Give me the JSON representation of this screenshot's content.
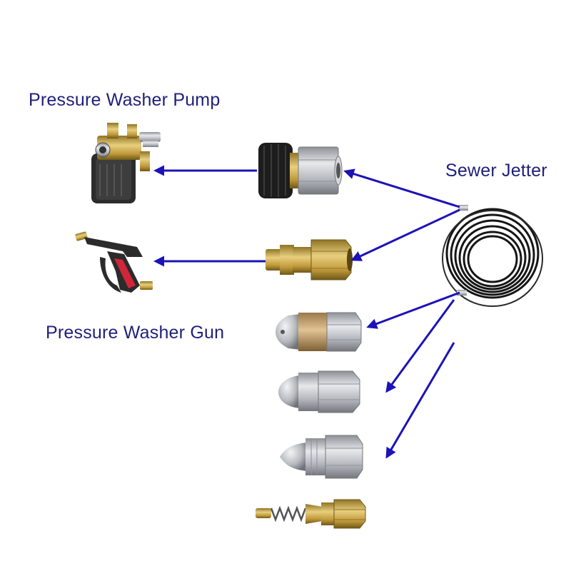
{
  "labels": {
    "pump": "Pressure Washer Pump",
    "gun": "Pressure Washer Gun",
    "jetter": "Sewer Jetter"
  },
  "colors": {
    "arrow": "#1d12b8",
    "label": "#1f1f7a",
    "hose": "#161616",
    "steel": "#b9bcc2",
    "brass": "#c9a548",
    "pump_body": "#2c2c2c",
    "gun_grip": "#d1263a"
  },
  "components": [
    {
      "name": "pressure-washer-pump",
      "icon": "pump-icon"
    },
    {
      "name": "m22-fitting",
      "icon": "fitting-icon"
    },
    {
      "name": "quick-connect-plug",
      "icon": "plug-icon"
    },
    {
      "name": "pressure-washer-gun",
      "icon": "gun-icon"
    },
    {
      "name": "sewer-jetter-hose",
      "icon": "hose-coil-icon"
    },
    {
      "name": "rotating-nozzle",
      "icon": "nozzle-icon"
    },
    {
      "name": "button-nozzle",
      "icon": "nozzle-icon"
    },
    {
      "name": "penetrator-nozzle",
      "icon": "nozzle-icon"
    },
    {
      "name": "spring-nozzle",
      "icon": "spring-icon"
    }
  ]
}
